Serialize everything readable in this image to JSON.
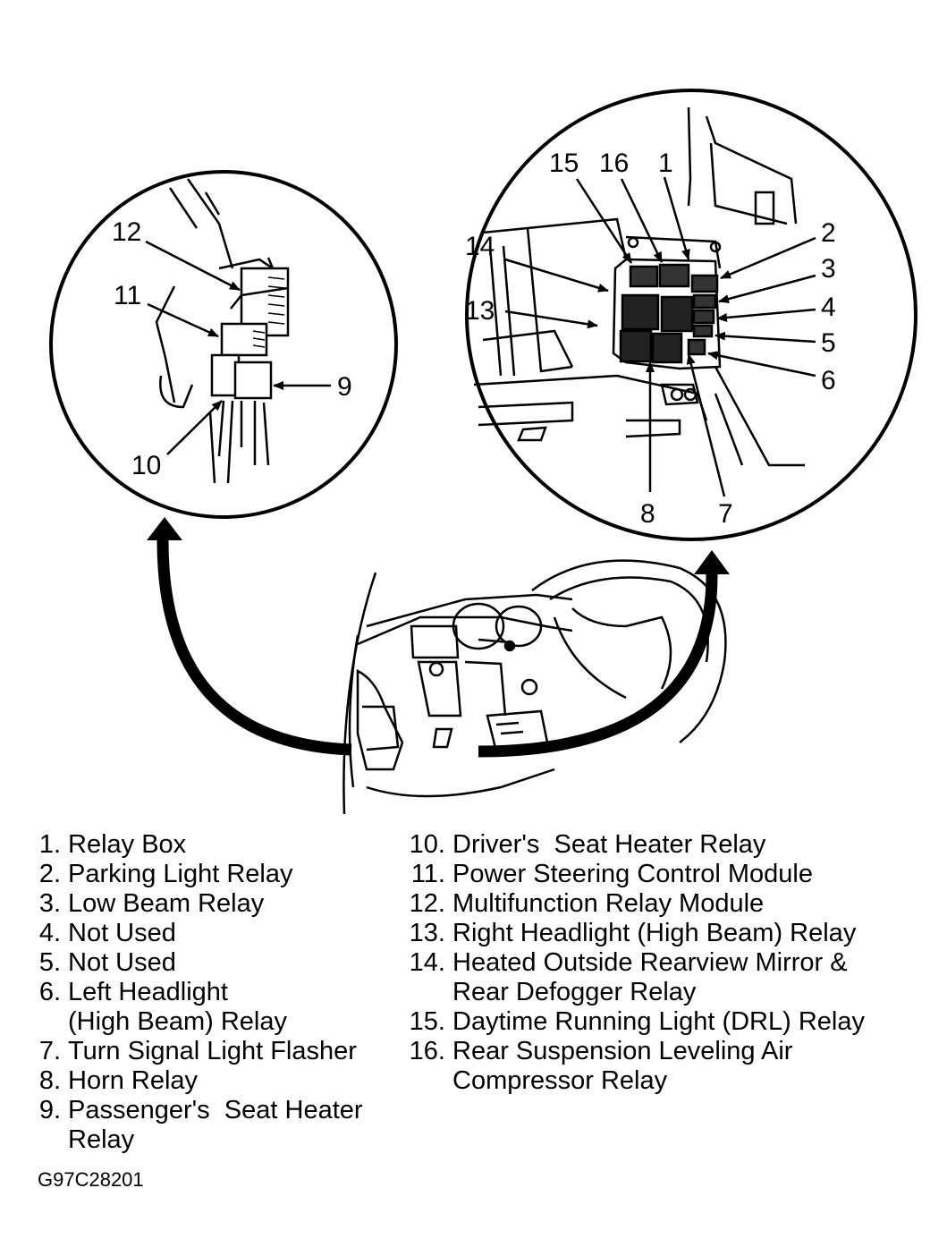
{
  "callouts": {
    "c1": "1",
    "c2": "2",
    "c3": "3",
    "c4": "4",
    "c5": "5",
    "c6": "6",
    "c7": "7",
    "c8": "8",
    "c9": "9",
    "c10": "10",
    "c11": "11",
    "c12": "12",
    "c13": "13",
    "c14": "14",
    "c15": "15",
    "c16": "16"
  },
  "legend": {
    "left": [
      {
        "num": "1.",
        "text": "Relay Box"
      },
      {
        "num": "2.",
        "text": "Parking Light Relay"
      },
      {
        "num": "3.",
        "text": "Low Beam Relay"
      },
      {
        "num": "4.",
        "text": "Not Used"
      },
      {
        "num": "5.",
        "text": "Not Used"
      },
      {
        "num": "6.",
        "text": "Left Headlight"
      },
      {
        "num": "",
        "text": "(High Beam) Relay"
      },
      {
        "num": "7.",
        "text": "Turn Signal Light Flasher"
      },
      {
        "num": "8.",
        "text": "Horn Relay"
      },
      {
        "num": "9.",
        "text": "Passenger's  Seat Heater"
      },
      {
        "num": "",
        "text": "Relay"
      }
    ],
    "right": [
      {
        "num": "10.",
        "text": "Driver's  Seat Heater Relay"
      },
      {
        "num": "11.",
        "text": "Power Steering Control Module"
      },
      {
        "num": "12.",
        "text": "Multifunction Relay Module"
      },
      {
        "num": "13.",
        "text": "Right Headlight (High Beam) Relay"
      },
      {
        "num": "14.",
        "text": "Heated Outside Rearview Mirror &"
      },
      {
        "num": "",
        "text": "Rear Defogger Relay"
      },
      {
        "num": "15.",
        "text": "Daytime Running Light (DRL) Relay"
      },
      {
        "num": "16.",
        "text": "Rear Suspension Leveling Air"
      },
      {
        "num": "",
        "text": "Compressor Relay"
      }
    ]
  },
  "figure_id": "G97C28201"
}
